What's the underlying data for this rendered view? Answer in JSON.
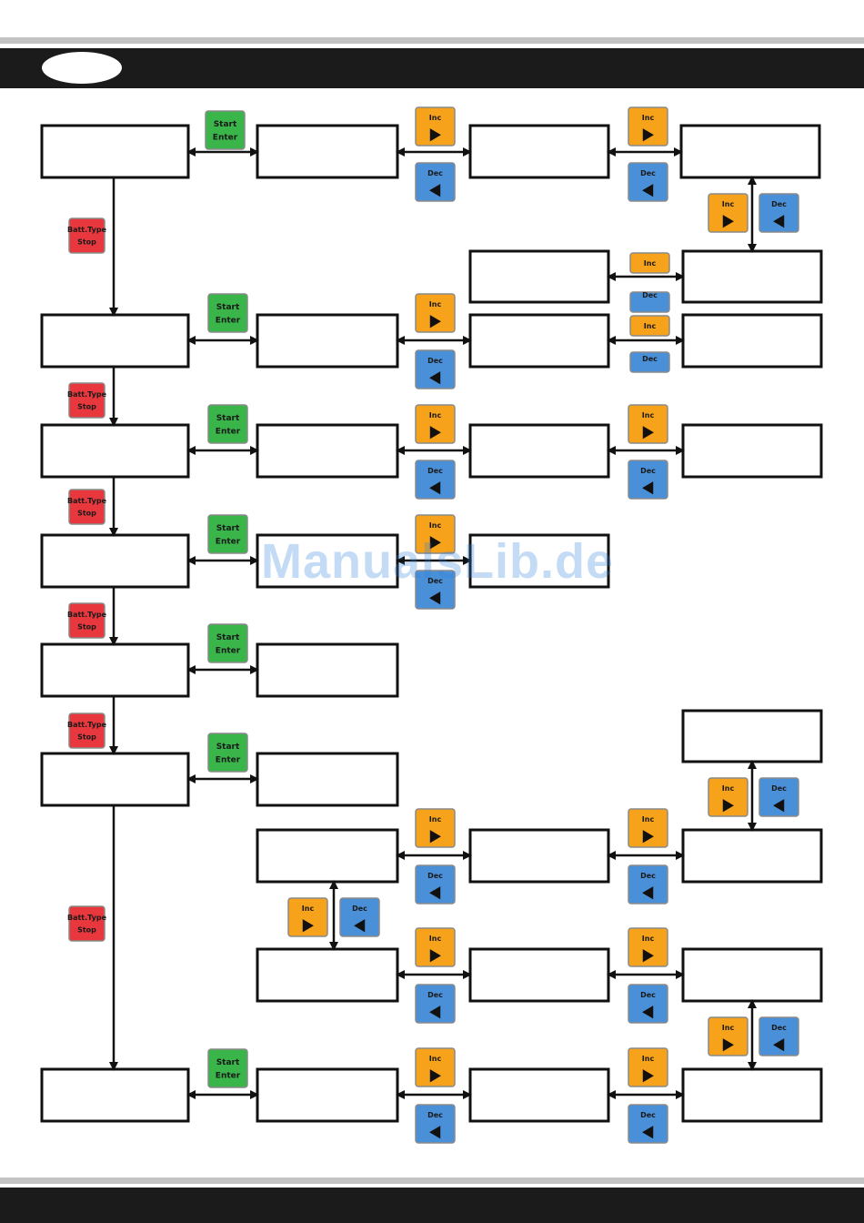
{
  "buttons": {
    "start_enter": {
      "line1": "Start",
      "line2": "Enter",
      "color": "#39b54a"
    },
    "batt_type_stop": {
      "line1": "Batt.Type",
      "line2": "Stop",
      "color": "#e8383d"
    },
    "inc": {
      "label": "Inc",
      "icon": "play-right-icon",
      "color": "#f7a21b"
    },
    "dec": {
      "label": "Dec",
      "icon": "play-left-icon",
      "color": "#4a90d9"
    }
  },
  "watermark": "ManualsLib.de"
}
